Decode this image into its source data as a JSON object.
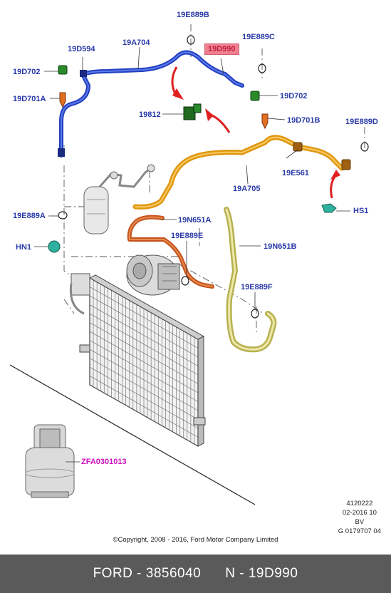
{
  "labels": {
    "l_19E889B": "19E889B",
    "l_19D594": "19D594",
    "l_19A704": "19A704",
    "l_19D990": "19D990",
    "l_19E889C": "19E889C",
    "l_19D702_left": "19D702",
    "l_19D701A": "19D701A",
    "l_19D702_right": "19D702",
    "l_19812": "19812",
    "l_19D701B": "19D701B",
    "l_19E889D": "19E889D",
    "l_19E561": "19E561",
    "l_19A705": "19A705",
    "l_HS1": "HS1",
    "l_19E889A": "19E889A",
    "l_19N651A": "19N651A",
    "l_HN1": "HN1",
    "l_19E889E": "19E889E",
    "l_19N651B": "19N651B",
    "l_19E889F": "19E889F",
    "l_ZFA0301013": "ZFA0301013"
  },
  "meta": {
    "line1": "4120222",
    "line2": "02-2016 10",
    "line3": "BV",
    "line4": "G 0179707 04"
  },
  "copyright": "©Copyright, 2008 - 2016, Ford Motor Company Limited",
  "footer": {
    "part": "FORD - 3856040",
    "code": "N - 19D990"
  },
  "colors": {
    "label_blue": "#2a3aa8",
    "highlight": "#f08090",
    "pipe_blue": "#2040c0",
    "pipe_orange": "#f0a020",
    "pipe_rust": "#c85a20",
    "pipe_yellow": "#d8d070",
    "arrow_red": "#e02020",
    "footer_bg": "#5a5a5a"
  }
}
